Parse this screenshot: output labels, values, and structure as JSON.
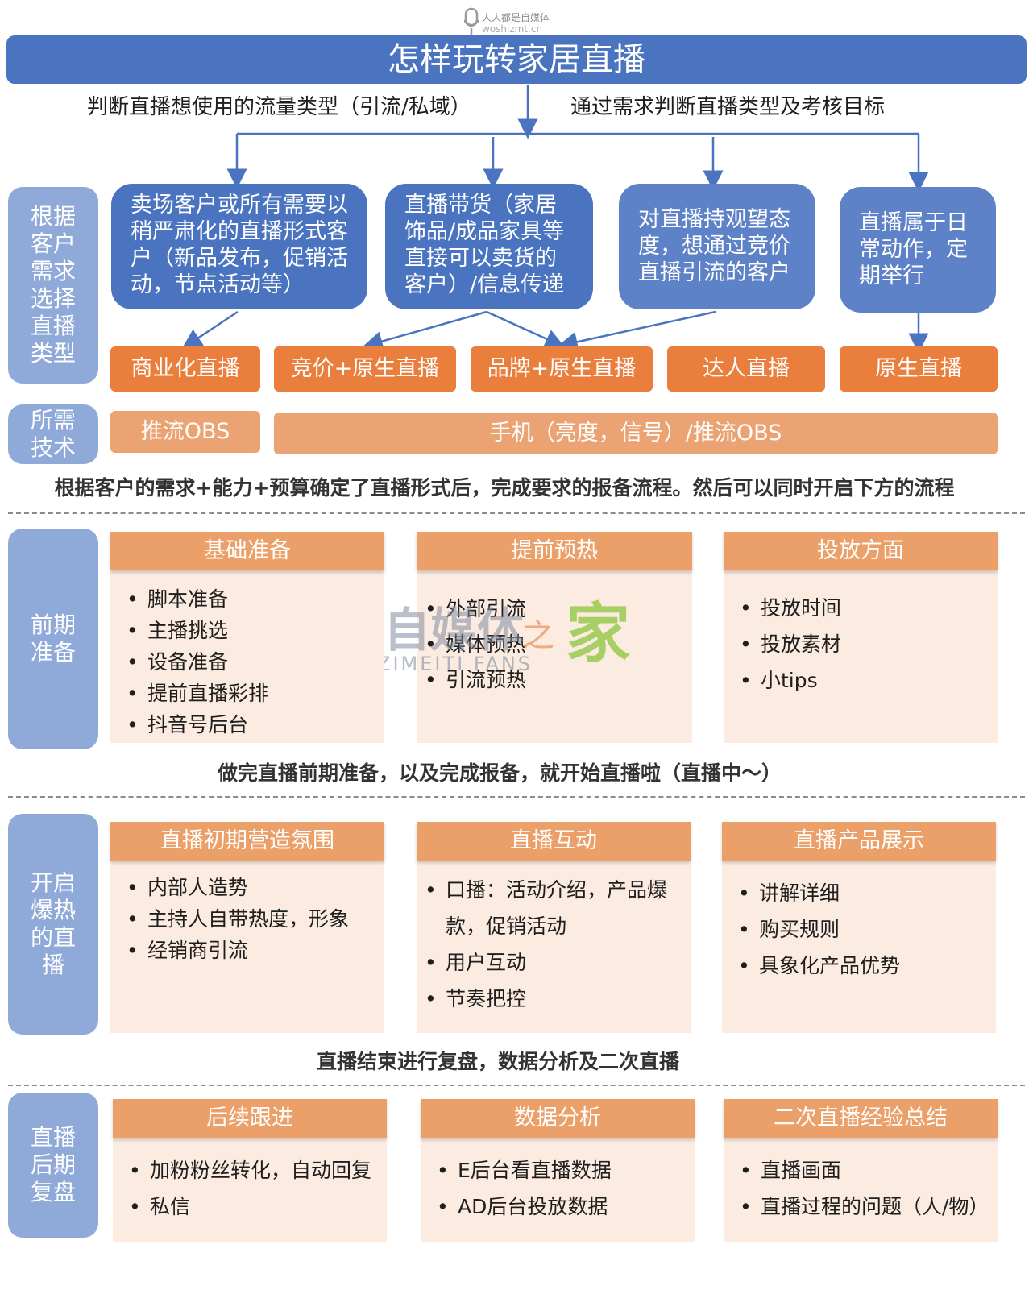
{
  "header": {
    "title": "怎样玩转家居直播",
    "left_sub": "判断直播想使用的流量类型（引流/私域）",
    "right_sub": "通过需求判断直播类型及考核目标"
  },
  "watermark_top": {
    "line1": "人人都是自媒体",
    "line2": "woshizmt.cn"
  },
  "watermark_center": {
    "brand": "自媒体之家",
    "latin": "ZIMEITI FANS"
  },
  "section1": {
    "side_label": "根据客户需求选择直播类型",
    "customers": [
      {
        "text": "卖场客户或所有需要以稍严肃化的直播形式客户（新品发布，促销活动，节点活动等）"
      },
      {
        "text": "直播带货（家居饰品/成品家具等直接可以卖货的客户）/信息传递"
      },
      {
        "text": "对直播持观望态度，想通过竞价直播引流的客户"
      },
      {
        "text": "直播属于日常动作，定期举行"
      }
    ],
    "types": [
      "商业化直播",
      "竞价+原生直播",
      "品牌+原生直播",
      "达人直播",
      "原生直播"
    ]
  },
  "section_tech": {
    "side_label": "所需技术",
    "tech_left": "推流OBS",
    "tech_right": "手机（亮度，信号）/推流OBS"
  },
  "notes": {
    "note1": "根据客户的需求+能力+预算确定了直播形式后，完成要求的报备流程。然后可以同时开启下方的流程",
    "note2": "做完直播前期准备，以及完成报备，就开始直播啦（直播中～）",
    "note3": "直播结束进行复盘，数据分析及二次直播"
  },
  "section_prep": {
    "side_label": "前期准备",
    "cards": [
      {
        "title": "基础准备",
        "items": [
          "脚本准备",
          "主播挑选",
          "设备准备",
          "提前直播彩排",
          "抖音号后台"
        ]
      },
      {
        "title": "提前预热",
        "items": [
          "外部引流",
          "媒体预热",
          "引流预热"
        ]
      },
      {
        "title": "投放方面",
        "items": [
          "投放时间",
          "投放素材",
          "小tips"
        ]
      }
    ]
  },
  "section_live": {
    "side_label": "开启爆热的直播",
    "cards": [
      {
        "title": "直播初期营造氛围",
        "items": [
          "内部人造势",
          "主持人自带热度，形象",
          "经销商引流"
        ]
      },
      {
        "title": "直播互动",
        "items": [
          "口播：活动介绍，产品爆款，促销活动",
          "用户互动",
          "节奏把控"
        ]
      },
      {
        "title": "直播产品展示",
        "items": [
          "讲解详细",
          "购买规则",
          "具象化产品优势"
        ]
      }
    ]
  },
  "section_review": {
    "side_label": "直播后期复盘",
    "cards": [
      {
        "title": "后续跟进",
        "items": [
          "加粉粉丝转化，自动回复",
          "私信"
        ]
      },
      {
        "title": "数据分析",
        "items": [
          "E后台看直播数据",
          "AD后台投放数据"
        ]
      },
      {
        "title": "二次直播经验总结",
        "items": [
          "直播画面",
          "直播过程的问题（人/物）"
        ]
      }
    ]
  },
  "colors": {
    "blue": "#4a74c0",
    "side_blue": "#8fa9d8",
    "orange": "#ea7e3c",
    "light_orange": "#eca373",
    "card_bg": "#fbebe0"
  }
}
